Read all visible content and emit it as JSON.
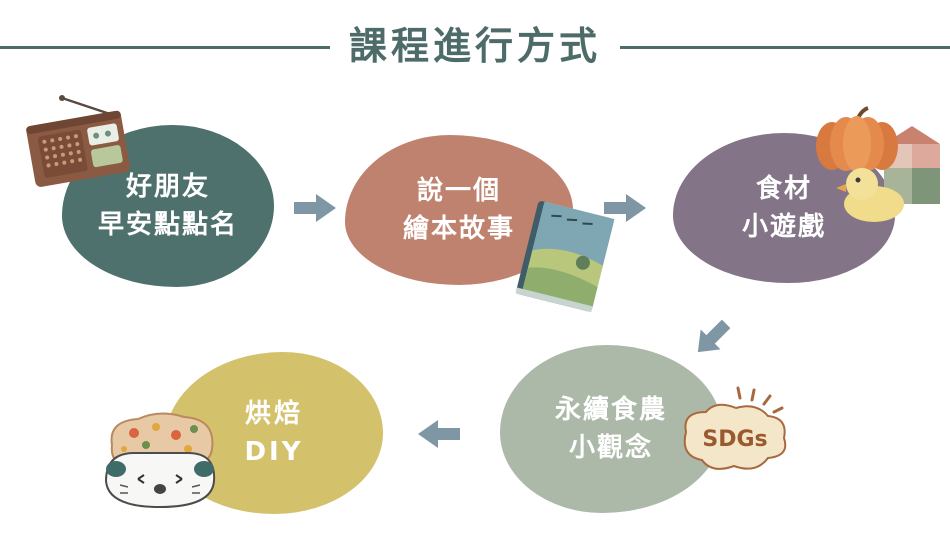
{
  "title": "課程進行方式",
  "steps": [
    {
      "line1": "好朋友",
      "line2": "早安點點名",
      "icon": "radio-icon"
    },
    {
      "line1": "說一個",
      "line2": "繪本故事",
      "icon": "picture-book-icon"
    },
    {
      "line1": "食材",
      "line2": "小遊戲",
      "icon": "pumpkin-duck-blocks-icon"
    },
    {
      "line1": "永續食農",
      "line2": "小觀念",
      "icon": "sdgs-badge-icon",
      "badge_text": "SDGs"
    },
    {
      "line1": "烘焙",
      "line2": "DIY",
      "icon": "cat-pizza-icon"
    }
  ],
  "colors": {
    "title": "#4d6b69",
    "step1": "#4f716e",
    "step2": "#bf826e",
    "step3": "#837587",
    "step4": "#acb9a9",
    "step5": "#d4c16c",
    "arrow": "#7f97a4"
  }
}
